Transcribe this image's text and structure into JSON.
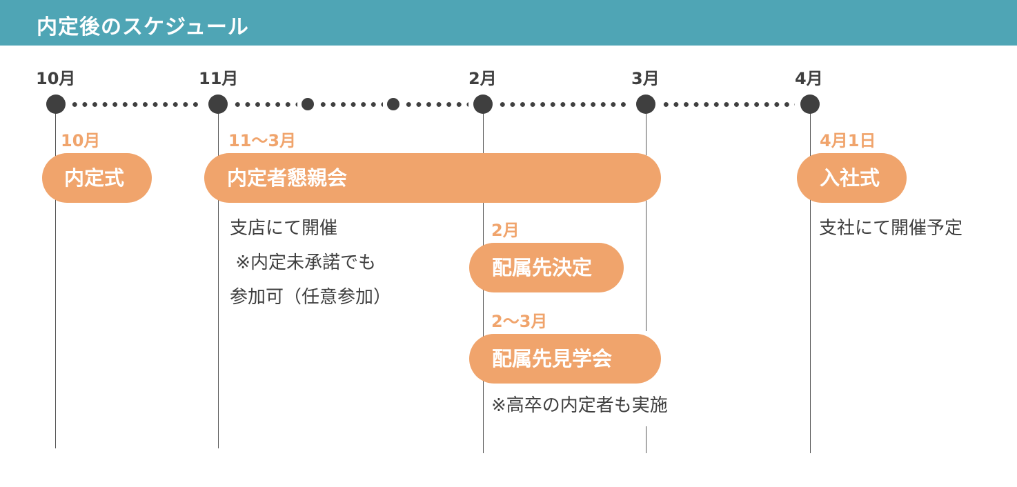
{
  "header": {
    "title": "内定後のスケジュール"
  },
  "timeline": {
    "months": [
      "10月",
      "11月",
      "2月",
      "3月",
      "4月"
    ]
  },
  "events": {
    "ceremony": {
      "date": "10月",
      "label": "内定式"
    },
    "social": {
      "date": "11〜3月",
      "label": "内定者懇親会",
      "note_lines": [
        "支店にて開催",
        " ※内定未承諾でも",
        "参加可（任意参加）"
      ]
    },
    "assignment": {
      "date": "2月",
      "label": "配属先決定"
    },
    "visit": {
      "date": "2〜3月",
      "label": "配属先見学会",
      "note": "※高卒の内定者も実施"
    },
    "entrance": {
      "date": "4月1日",
      "label": "入社式",
      "note": "支社にて開催予定"
    }
  },
  "colors": {
    "header_bg": "#4fa5b5",
    "accent": "#f0a46c",
    "timeline": "#3f3f3f",
    "white": "#ffffff"
  }
}
